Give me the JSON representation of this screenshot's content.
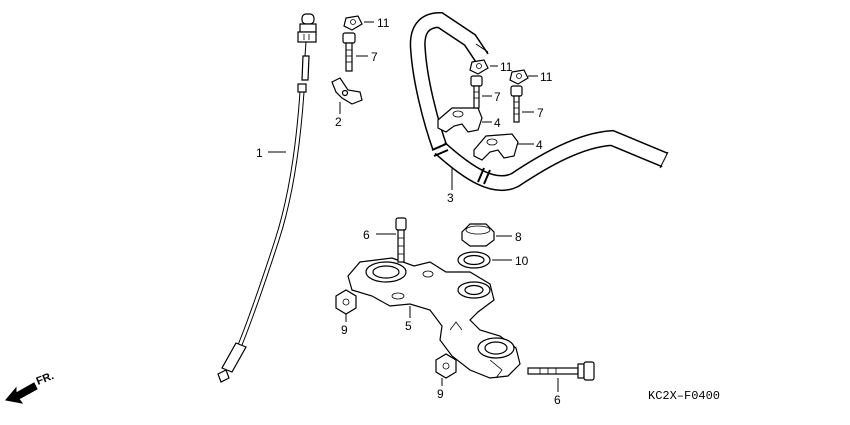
{
  "diagram": {
    "code": "KC2X–F0400",
    "direction_label": "FR.",
    "callouts": [
      "1",
      "2",
      "3",
      "4",
      "4",
      "5",
      "6",
      "6",
      "7",
      "7",
      "7",
      "8",
      "9",
      "9",
      "10",
      "11",
      "11",
      "11"
    ]
  }
}
